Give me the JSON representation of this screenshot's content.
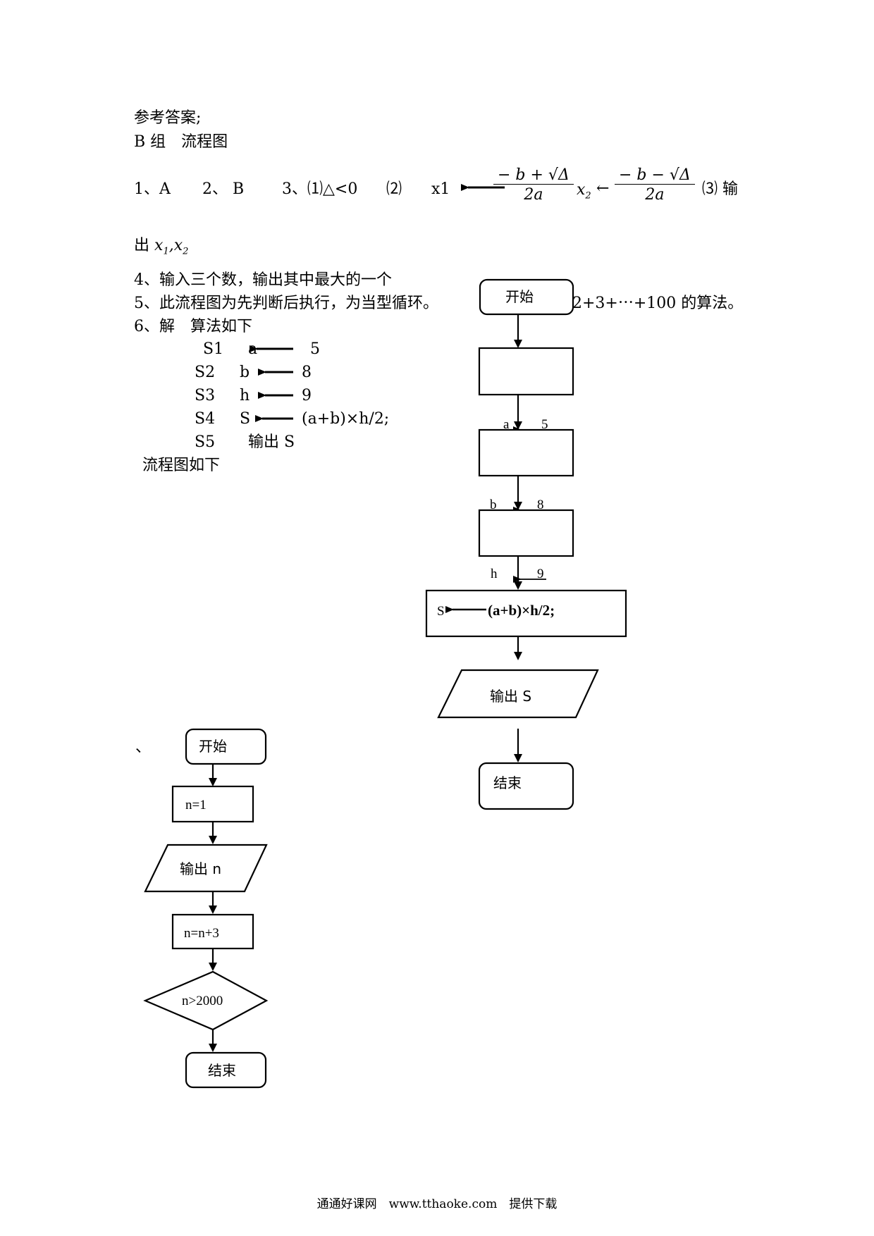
{
  "header": {
    "line1": "参考答案;",
    "line2": "B 组　流程图"
  },
  "answers": {
    "q1": "1、A",
    "q2": "2、 B",
    "q3_prefix": "3、⑴△<0",
    "q3_part2": "⑵",
    "q3_var1": "x1",
    "q3_formula1_num": "− b + √Δ",
    "q3_formula1_den": "2a",
    "q3_var2": "x",
    "q3_var2_sub": "2",
    "q3_arrow2": "←",
    "q3_formula2_num": "− b − √Δ",
    "q3_formula2_den": "2a",
    "q3_part3": "⑶ 输",
    "q3_cont_prefix": "出",
    "q3_cont_x1": "x",
    "q3_cont_x1_sub": "1",
    "q3_cont_sep": ",",
    "q3_cont_x2": "x",
    "q3_cont_x2_sub": "2",
    "q4": "4、输入三个数，输出其中最大的一个",
    "q5_left": "5、此流程图为先判断后执行，为当型循环。",
    "q5_right": "2+3+⋯+100 的算法。",
    "q6": "6、解　算法如下"
  },
  "algorithm": {
    "steps": [
      {
        "label": "S1",
        "var": "a",
        "value": "5"
      },
      {
        "label": "S2",
        "var": "b",
        "value": "8"
      },
      {
        "label": "S3",
        "var": "h",
        "value": "9"
      },
      {
        "label": "S4",
        "var": "S",
        "value": "(a+b)×h/2;"
      }
    ],
    "s5_label": "S5",
    "s5_text": "输出 S",
    "flow_caption": "流程图如下"
  },
  "flowchart_right": {
    "start": "开始",
    "assign_a_var": "a",
    "assign_a_val": "5",
    "assign_b_var": "b",
    "assign_b_val": "8",
    "assign_h_var": "h",
    "assign_h_val": "9",
    "compute_var": "S",
    "compute_expr": "(a+b)×h/2;",
    "output": "输出 S",
    "end": "结束"
  },
  "flowchart_left": {
    "mark": "、",
    "start": "开始",
    "init": "n=1",
    "output": "输出 n",
    "step": "n=n+3",
    "condition": "n>2000",
    "end": "结束"
  },
  "footer": {
    "text": "通通好课网　www.tthaoke.com　提供下载"
  }
}
